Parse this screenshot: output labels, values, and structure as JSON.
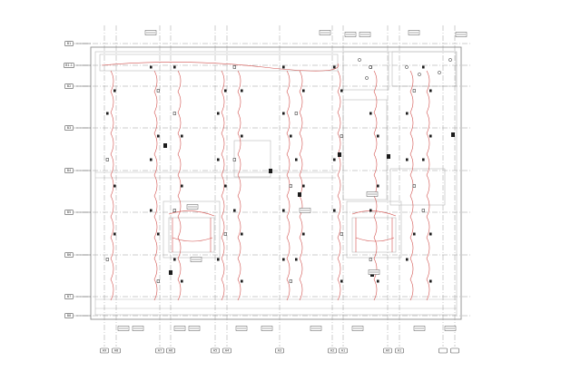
{
  "drawing": {
    "type": "electrical floor plan",
    "colors": {
      "background": "#ffffff",
      "grid": "#9a9a9a",
      "walls": "#b9b9b9",
      "circuits": "#d2504d",
      "devices": "#1c1c1c"
    }
  },
  "grid_rows": [
    {
      "label": "B1"
    },
    {
      "label": "B1.1"
    },
    {
      "label": "B2"
    },
    {
      "label": "B3"
    },
    {
      "label": "B4"
    },
    {
      "label": "B5"
    },
    {
      "label": "B6"
    },
    {
      "label": "B7"
    },
    {
      "label": "B8"
    }
  ],
  "grid_cols": [
    {
      "label": "A9"
    },
    {
      "label": "A8"
    },
    {
      "label": "A7"
    },
    {
      "label": "A6"
    },
    {
      "label": "A5"
    },
    {
      "label": "A4"
    },
    {
      "label": "A3"
    },
    {
      "label": "A2"
    },
    {
      "label": "A1"
    },
    {
      "label": "A0"
    },
    {
      "label": "A1"
    }
  ],
  "icons": {
    "grid_bubble": "grid-bubble-icon",
    "light_fixture": "light-fixture-icon",
    "panel": "electrical-panel-icon",
    "junction": "junction-box-icon"
  }
}
